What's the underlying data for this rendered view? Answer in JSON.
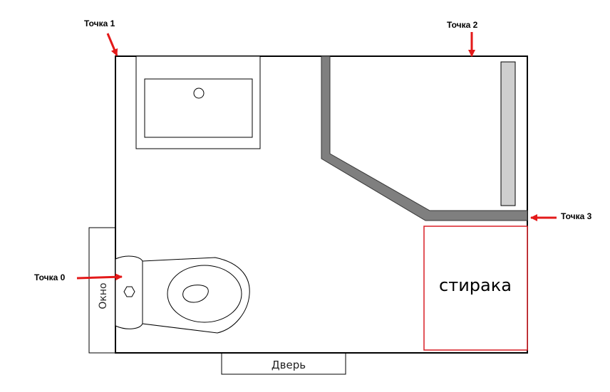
{
  "labels": {
    "point0": "Точка 0",
    "point1": "Точка 1",
    "point2": "Точка 2",
    "point3": "Точка 3",
    "washer": "стирака",
    "door": "Дверь",
    "window": "Окно"
  },
  "colors": {
    "arrow": "#e31919",
    "washer_outline": "#d81f26",
    "partition": "#7f7f7f",
    "towel_rail": "#cfcfcf"
  }
}
